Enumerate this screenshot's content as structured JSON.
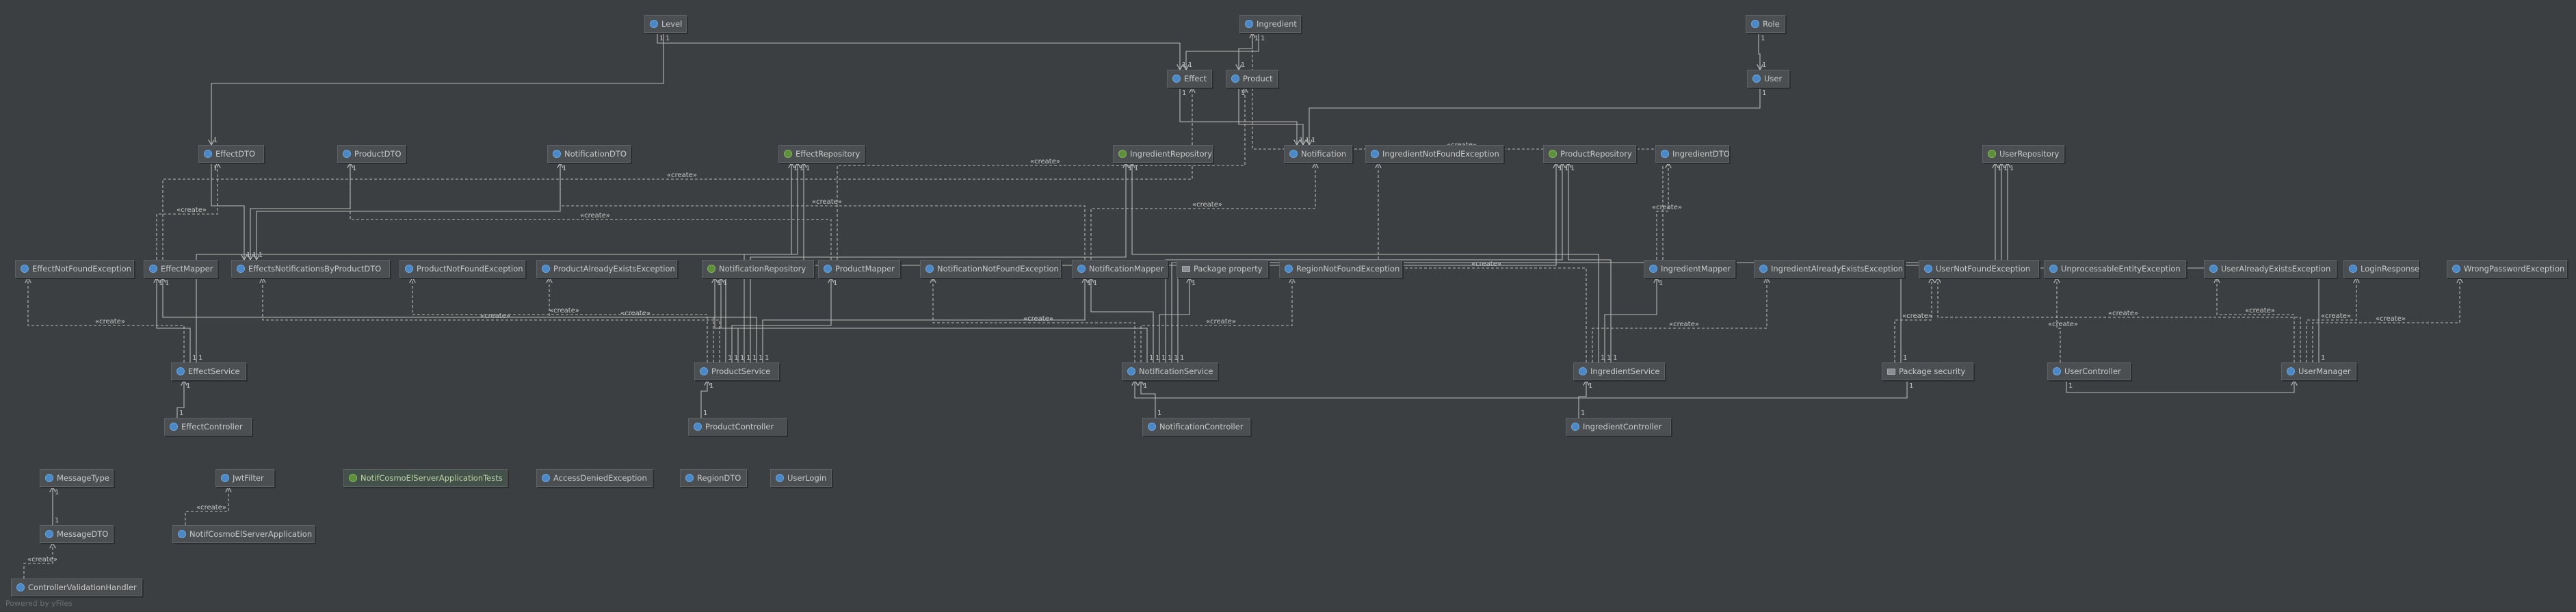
{
  "diagram": {
    "footer": "Powered by yFiles",
    "create_label": "«create»",
    "multiplicity": "1",
    "many": "*",
    "colors": {
      "background": "#3c3f41",
      "node_fill": "#4b4f51",
      "edge": "#b8b8b8",
      "class_icon": "#4a88c7",
      "interface_icon": "#5e8f3a"
    },
    "nodes": [
      {
        "id": "Level",
        "label": "Level",
        "icon": "class-icon"
      },
      {
        "id": "Ingredient",
        "label": "Ingredient",
        "icon": "class-icon"
      },
      {
        "id": "Role",
        "label": "Role",
        "icon": "class-icon"
      },
      {
        "id": "Effect",
        "label": "Effect",
        "icon": "class-icon"
      },
      {
        "id": "Product",
        "label": "Product",
        "icon": "class-icon"
      },
      {
        "id": "User",
        "label": "User",
        "icon": "class-icon"
      },
      {
        "id": "EffectDTO",
        "label": "EffectDTO",
        "icon": "class-icon"
      },
      {
        "id": "ProductDTO",
        "label": "ProductDTO",
        "icon": "class-icon"
      },
      {
        "id": "NotificationDTO",
        "label": "NotificationDTO",
        "icon": "class-icon"
      },
      {
        "id": "EffectRepository",
        "label": "EffectRepository",
        "icon": "interface-icon"
      },
      {
        "id": "IngredientRepository",
        "label": "IngredientRepository",
        "icon": "interface-icon"
      },
      {
        "id": "Notification",
        "label": "Notification",
        "icon": "class-icon"
      },
      {
        "id": "IngredientNotFoundException",
        "label": "IngredientNotFoundException",
        "icon": "class-icon"
      },
      {
        "id": "ProductRepository",
        "label": "ProductRepository",
        "icon": "interface-icon"
      },
      {
        "id": "IngredientDTO",
        "label": "IngredientDTO",
        "icon": "class-icon"
      },
      {
        "id": "UserRepository",
        "label": "UserRepository",
        "icon": "interface-icon"
      },
      {
        "id": "EffectNotFoundException",
        "label": "EffectNotFoundException",
        "icon": "class-icon"
      },
      {
        "id": "EffectMapper",
        "label": "EffectMapper",
        "icon": "class-icon"
      },
      {
        "id": "EffectsNotificationsByProductDTO",
        "label": "EffectsNotificationsByProductDTO",
        "icon": "class-icon"
      },
      {
        "id": "ProductNotFoundException",
        "label": "ProductNotFoundException",
        "icon": "class-icon"
      },
      {
        "id": "ProductAlreadyExistsException",
        "label": "ProductAlreadyExistsException",
        "icon": "class-icon"
      },
      {
        "id": "NotificationRepository",
        "label": "NotificationRepository",
        "icon": "interface-icon"
      },
      {
        "id": "ProductMapper",
        "label": "ProductMapper",
        "icon": "class-icon"
      },
      {
        "id": "NotificationNotFoundException",
        "label": "NotificationNotFoundException",
        "icon": "class-icon"
      },
      {
        "id": "NotificationMapper",
        "label": "NotificationMapper",
        "icon": "class-icon"
      },
      {
        "id": "PackageProperty",
        "label": "Package property",
        "icon": "package-icon"
      },
      {
        "id": "RegionNotFoundException",
        "label": "RegionNotFoundException",
        "icon": "class-icon"
      },
      {
        "id": "IngredientMapper",
        "label": "IngredientMapper",
        "icon": "class-icon"
      },
      {
        "id": "IngredientAlreadyExistsException",
        "label": "IngredientAlreadyExistsException",
        "icon": "class-icon"
      },
      {
        "id": "UserNotFoundException",
        "label": "UserNotFoundException",
        "icon": "class-icon"
      },
      {
        "id": "UnprocessableEntityException",
        "label": "UnprocessableEntityException",
        "icon": "class-icon"
      },
      {
        "id": "UserAlreadyExistsException",
        "label": "UserAlreadyExistsException",
        "icon": "class-icon"
      },
      {
        "id": "LoginResponse",
        "label": "LoginResponse",
        "icon": "class-icon"
      },
      {
        "id": "WrongPasswordException",
        "label": "WrongPasswordException",
        "icon": "class-icon"
      },
      {
        "id": "EffectService",
        "label": "EffectService",
        "icon": "class-icon"
      },
      {
        "id": "ProductService",
        "label": "ProductService",
        "icon": "class-icon"
      },
      {
        "id": "NotificationService",
        "label": "NotificationService",
        "icon": "class-icon"
      },
      {
        "id": "IngredientService",
        "label": "IngredientService",
        "icon": "class-icon"
      },
      {
        "id": "PackageSecurity",
        "label": "Package security",
        "icon": "package-icon"
      },
      {
        "id": "UserController",
        "label": "UserController",
        "icon": "class-icon"
      },
      {
        "id": "UserManager",
        "label": "UserManager",
        "icon": "class-icon"
      },
      {
        "id": "EffectController",
        "label": "EffectController",
        "icon": "class-icon"
      },
      {
        "id": "ProductController",
        "label": "ProductController",
        "icon": "class-icon"
      },
      {
        "id": "NotificationController",
        "label": "NotificationController",
        "icon": "class-icon"
      },
      {
        "id": "IngredientController",
        "label": "IngredientController",
        "icon": "class-icon"
      },
      {
        "id": "MessageType",
        "label": "MessageType",
        "icon": "class-icon"
      },
      {
        "id": "JwtFilter",
        "label": "JwtFilter",
        "icon": "class-icon"
      },
      {
        "id": "NotifCosmoElServerApplicationTests",
        "label": "NotifCosmoElServerApplicationTests",
        "icon": "test-icon"
      },
      {
        "id": "AccessDeniedException",
        "label": "AccessDeniedException",
        "icon": "class-icon"
      },
      {
        "id": "RegionDTO",
        "label": "RegionDTO",
        "icon": "class-icon"
      },
      {
        "id": "UserLogin",
        "label": "UserLogin",
        "icon": "class-icon"
      },
      {
        "id": "MessageDTO",
        "label": "MessageDTO",
        "icon": "class-icon"
      },
      {
        "id": "NotifCosmoElServerApplication",
        "label": "NotifCosmoElServerApplication",
        "icon": "class-icon"
      },
      {
        "id": "ControllerValidationHandler",
        "label": "ControllerValidationHandler",
        "icon": "class-icon"
      }
    ],
    "edges": [
      {
        "from": "Level",
        "to": "Effect",
        "kind": "assoc"
      },
      {
        "from": "Level",
        "to": "EffectDTO",
        "kind": "assoc"
      },
      {
        "from": "Ingredient",
        "to": "Product",
        "kind": "assoc"
      },
      {
        "from": "Ingredient",
        "to": "Effect",
        "kind": "assoc"
      },
      {
        "from": "Role",
        "to": "User",
        "kind": "assoc"
      },
      {
        "from": "Effect",
        "to": "Notification",
        "kind": "assoc"
      },
      {
        "from": "Product",
        "to": "Notification",
        "kind": "assoc"
      },
      {
        "from": "User",
        "to": "Notification",
        "kind": "assoc"
      },
      {
        "from": "EffectDTO",
        "to": "EffectsNotificationsByProductDTO",
        "kind": "assoc"
      },
      {
        "from": "ProductDTO",
        "to": "EffectsNotificationsByProductDTO",
        "kind": "assoc"
      },
      {
        "from": "NotificationDTO",
        "to": "EffectsNotificationsByProductDTO",
        "kind": "assoc"
      },
      {
        "from": "EffectMapper",
        "to": "EffectDTO",
        "kind": "create"
      },
      {
        "from": "EffectMapper",
        "to": "Effect",
        "kind": "create"
      },
      {
        "from": "ProductMapper",
        "to": "ProductDTO",
        "kind": "create"
      },
      {
        "from": "ProductMapper",
        "to": "Product",
        "kind": "create"
      },
      {
        "from": "NotificationMapper",
        "to": "NotificationDTO",
        "kind": "create"
      },
      {
        "from": "NotificationMapper",
        "to": "Notification",
        "kind": "create"
      },
      {
        "from": "IngredientMapper",
        "to": "IngredientDTO",
        "kind": "create"
      },
      {
        "from": "IngredientMapper",
        "to": "Ingredient",
        "kind": "create"
      },
      {
        "from": "EffectService",
        "to": "EffectNotFoundException",
        "kind": "create"
      },
      {
        "from": "EffectService",
        "to": "EffectMapper",
        "kind": "assoc"
      },
      {
        "from": "EffectService",
        "to": "EffectRepository",
        "kind": "assoc"
      },
      {
        "from": "ProductService",
        "to": "ProductNotFoundException",
        "kind": "create"
      },
      {
        "from": "ProductService",
        "to": "ProductAlreadyExistsException",
        "kind": "create"
      },
      {
        "from": "ProductService",
        "to": "EffectsNotificationsByProductDTO",
        "kind": "create"
      },
      {
        "from": "ProductService",
        "to": "ProductRepository",
        "kind": "assoc"
      },
      {
        "from": "ProductService",
        "to": "ProductMapper",
        "kind": "assoc"
      },
      {
        "from": "ProductService",
        "to": "NotificationRepository",
        "kind": "assoc"
      },
      {
        "from": "ProductService",
        "to": "EffectRepository",
        "kind": "assoc"
      },
      {
        "from": "ProductService",
        "to": "IngredientRepository",
        "kind": "assoc"
      },
      {
        "from": "ProductService",
        "to": "EffectMapper",
        "kind": "assoc"
      },
      {
        "from": "ProductService",
        "to": "NotificationMapper",
        "kind": "assoc"
      },
      {
        "from": "NotificationService",
        "to": "NotificationNotFoundException",
        "kind": "create"
      },
      {
        "from": "NotificationService",
        "to": "RegionNotFoundException",
        "kind": "create"
      },
      {
        "from": "NotificationService",
        "to": "NotificationRepository",
        "kind": "assoc"
      },
      {
        "from": "NotificationService",
        "to": "NotificationMapper",
        "kind": "assoc"
      },
      {
        "from": "NotificationService",
        "to": "PackageProperty",
        "kind": "assoc"
      },
      {
        "from": "NotificationService",
        "to": "ProductRepository",
        "kind": "assoc"
      },
      {
        "from": "NotificationService",
        "to": "UserRepository",
        "kind": "assoc"
      },
      {
        "from": "NotificationService",
        "to": "EffectRepository",
        "kind": "assoc"
      },
      {
        "from": "IngredientService",
        "to": "IngredientNotFoundException",
        "kind": "create"
      },
      {
        "from": "IngredientService",
        "to": "IngredientAlreadyExistsException",
        "kind": "create"
      },
      {
        "from": "IngredientService",
        "to": "IngredientRepository",
        "kind": "assoc"
      },
      {
        "from": "IngredientService",
        "to": "IngredientMapper",
        "kind": "assoc"
      },
      {
        "from": "IngredientService",
        "to": "ProductRepository",
        "kind": "assoc"
      },
      {
        "from": "PackageSecurity",
        "to": "UserNotFoundException",
        "kind": "create"
      },
      {
        "from": "PackageSecurity",
        "to": "UserRepository",
        "kind": "assoc"
      },
      {
        "from": "PackageSecurity",
        "to": "NotificationService",
        "kind": "assoc"
      },
      {
        "from": "UserController",
        "to": "UnprocessableEntityException",
        "kind": "create"
      },
      {
        "from": "UserController",
        "to": "UserManager",
        "kind": "assoc"
      },
      {
        "from": "UserManager",
        "to": "UserAlreadyExistsException",
        "kind": "create"
      },
      {
        "from": "UserManager",
        "to": "UserNotFoundException",
        "kind": "create"
      },
      {
        "from": "UserManager",
        "to": "LoginResponse",
        "kind": "create"
      },
      {
        "from": "UserManager",
        "to": "WrongPasswordException",
        "kind": "create"
      },
      {
        "from": "UserManager",
        "to": "UserRepository",
        "kind": "assoc"
      },
      {
        "from": "EffectController",
        "to": "EffectService",
        "kind": "assoc"
      },
      {
        "from": "ProductController",
        "to": "ProductService",
        "kind": "assoc"
      },
      {
        "from": "NotificationController",
        "to": "NotificationService",
        "kind": "assoc"
      },
      {
        "from": "IngredientController",
        "to": "IngredientService",
        "kind": "assoc"
      },
      {
        "from": "MessageDTO",
        "to": "MessageType",
        "kind": "assoc"
      },
      {
        "from": "ControllerValidationHandler",
        "to": "MessageDTO",
        "kind": "create"
      },
      {
        "from": "NotifCosmoElServerApplication",
        "to": "JwtFilter",
        "kind": "create"
      }
    ]
  }
}
